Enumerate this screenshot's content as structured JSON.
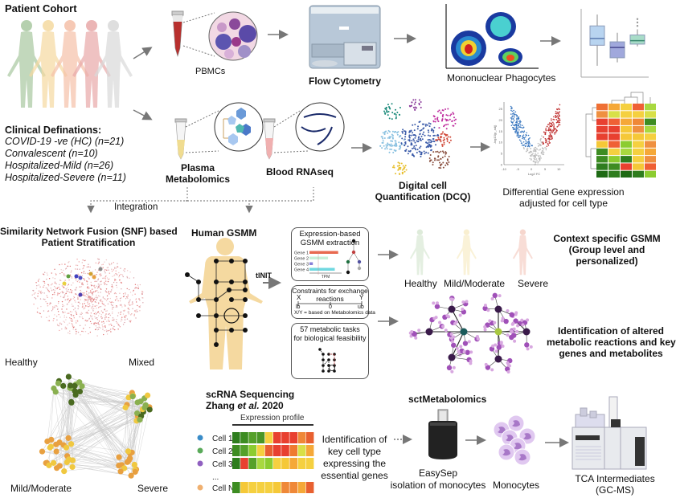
{
  "patient_cohort": {
    "title": "Patient Cohort",
    "definitions_title": "Clinical Definations:",
    "definitions": [
      "COVID-19  -ve (HC) (n=21)",
      "Convalescent (n=10)",
      "Hospitalized-Mild (n=26)",
      "Hospitalized-Severe (n=11)"
    ],
    "figure_colors": [
      "#a8c8a0",
      "#f5d9a0",
      "#f5c0a8",
      "#e8a8a8",
      "#d8d8d8"
    ]
  },
  "top_row": {
    "pbmcs": "PBMCs",
    "flow_cytometry": "Flow Cytometry",
    "mononuclear": "Mononuclear Phagocytes"
  },
  "second_row": {
    "plasma_metabolomics": "Plasma\nMetabolomics",
    "plasma_line1": "Plasma",
    "plasma_line2": "Metabolomics",
    "blood_rnaseq": "Blood RNAseq",
    "dcq_line1": "Digital cell",
    "dcq_line2": "Quantification (DCQ)",
    "dge_line1": "Differential Gene expression",
    "dge_line2": "adjusted for cell type",
    "volcano": {
      "ylabel": "-log10(p_adj)",
      "xlabel": "Log2 FC",
      "xticks": [
        "-10",
        "-5",
        "0",
        "5",
        "10"
      ],
      "yticks": [
        "0",
        "5",
        "10",
        "15",
        "20",
        "25"
      ]
    }
  },
  "integration": {
    "label": "Integration"
  },
  "snf": {
    "title_line1": "Similarity Network Fusion (SNF)  based",
    "title_line2": "Patient Stratification",
    "cluster_labels": [
      "Healthy",
      "Mixed",
      "Mild/Moderate",
      "Severe"
    ]
  },
  "gsmm": {
    "title": "Human GSMM",
    "tinit": "tINIT",
    "box1": {
      "title_line1": "Expression-based",
      "title_line2": "GSMM extraction",
      "genes": [
        "Gene 1",
        "Gene 2",
        "Gene 3",
        "Gene 4"
      ],
      "axis_label": "TPM",
      "gene_values": [
        0.85,
        0.55,
        0.1,
        0.75
      ],
      "gene_colors": [
        "#e86a50",
        "#c8f0d8",
        "#8880d8",
        "#70d8e0"
      ]
    },
    "box2": {
      "title_line1": "Constraints for exchange",
      "title_line2": "reactions",
      "left": "X",
      "right": "Y",
      "lb": "lb",
      "zero": "0",
      "ub": "ub",
      "note": "X/Y = based on Metabolomics data"
    },
    "box3": {
      "title_line1": "57 metabolic tasks",
      "title_line2": "for biological feasibility"
    }
  },
  "context": {
    "title_line1": "Context specific GSMM",
    "title_line2": "(Group level and",
    "title_line3": "personalized)",
    "groups": [
      "Healthy",
      "Mild/Moderate",
      "Severe"
    ]
  },
  "altered": {
    "line1": "Identification of altered",
    "line2": "metabolic reactions and key",
    "line3": "genes and metabolites"
  },
  "scrna": {
    "title_line1": "scRNA Sequencing",
    "title_line2_pre": "Zhang ",
    "title_line2_it": "et al.",
    "title_line2_post": " 2020",
    "profile_label": "Expression profile",
    "cells": [
      {
        "label": "Cell 1",
        "dot": "#3a8cc8",
        "row": [
          "#2e7d1e",
          "#3d8c22",
          "#55a02a",
          "#4a9626",
          "#f5d040",
          "#e84030",
          "#e84030",
          "#e84030",
          "#ef8838",
          "#e86030"
        ]
      },
      {
        "label": "Cell 2",
        "dot": "#5aaa5a",
        "row": [
          "#3d8c22",
          "#55a02a",
          "#8ccc30",
          "#f5d040",
          "#e86030",
          "#e84030",
          "#e84030",
          "#ef7a30",
          "#d8e048",
          "#f5a838"
        ]
      },
      {
        "label": "Cell 3",
        "dot": "#9060c0",
        "row": [
          "#2e7d1e",
          "#e84030",
          "#55a02a",
          "#a8d840",
          "#8ccc30",
          "#f5d040",
          "#f5c838",
          "#f5a838",
          "#f5d040",
          "#f5d040"
        ]
      },
      {
        "label": "...",
        "dot": "",
        "row": []
      },
      {
        "label": "Cell N",
        "dot": "#f0b070",
        "row": [
          "#3d8c22",
          "#f5c838",
          "#f5d040",
          "#f5d040",
          "#f5d040",
          "#f5c838",
          "#ef8838",
          "#ef8838",
          "#f5a838",
          "#e86030"
        ]
      }
    ],
    "description_line1": "Identification of",
    "description_line2": "key cell type",
    "description_line3": "expressing the",
    "description_line4": "essential genes"
  },
  "sct": {
    "title": "sctMetabolomics",
    "easysep_line1": "EasySep",
    "easysep_line2": "isolation of monocytes",
    "monocytes": "Monocytes",
    "tca_line1": "TCA Intermediates",
    "tca_line2": "(GC-MS)"
  },
  "heatmap": {
    "rows": [
      [
        "#ef7035",
        "#f5a838",
        "#f5d040",
        "#ef6035",
        "#a8d840"
      ],
      [
        "#ef9040",
        "#d8e048",
        "#f5d040",
        "#f5d040",
        "#d8e048"
      ],
      [
        "#e84030",
        "#ef6035",
        "#f5a838",
        "#ef8838",
        "#3d8c22"
      ],
      [
        "#e84030",
        "#e84030",
        "#f5c838",
        "#ef9040",
        "#a8d840"
      ],
      [
        "#e84030",
        "#e84030",
        "#f5c838",
        "#f5c838",
        "#f5d040"
      ],
      [
        "#f5c838",
        "#ef6035",
        "#8ccc30",
        "#f5d040",
        "#ef9040"
      ],
      [
        "#3d8c22",
        "#f5d040",
        "#a8d840",
        "#f5d040",
        "#f5a838"
      ],
      [
        "#3d8c22",
        "#8ccc30",
        "#2e7d1e",
        "#f5d040",
        "#ef9040"
      ],
      [
        "#2e7d1e",
        "#3d8c22",
        "#e84030",
        "#f5c838",
        "#ef6035"
      ],
      [
        "#1e6a14",
        "#2e7d1e",
        "#1e6a14",
        "#2e7d1e",
        "#8ccc30"
      ]
    ]
  },
  "boxplot": {
    "boxes": [
      {
        "min": 1.0,
        "q1": 2.8,
        "median": 3.4,
        "q3": 4.5,
        "max": 5.5,
        "color": "#b8d4f0",
        "line": "#5a7ab0"
      },
      {
        "min": 1.3,
        "q1": 1.7,
        "median": 2.6,
        "q3": 3.1,
        "max": 3.9,
        "color": "#a0a8dc",
        "line": "#4a4a90"
      },
      {
        "min": 2.7,
        "q1": 2.9,
        "median": 3.2,
        "q3": 3.7,
        "max": 4.2,
        "color": "#a8dcc8",
        "line": "#3a8a70",
        "outliers": [
          4.5,
          4.8,
          5.1
        ]
      }
    ]
  }
}
